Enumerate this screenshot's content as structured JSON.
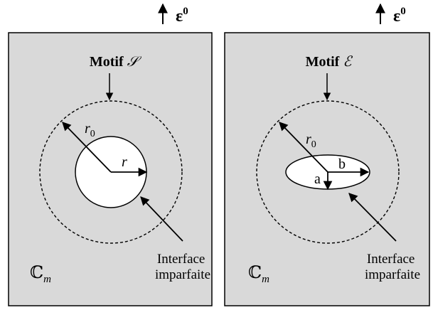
{
  "colors": {
    "panel_fill": "#d9d9d9",
    "stroke": "#000000",
    "inclusion_fill": "#ffffff"
  },
  "left_panel": {
    "strain_label": "ε",
    "strain_superscript": "0",
    "motif_label": "Motif",
    "motif_symbol": "𝒮",
    "radius_outer": "r",
    "radius_outer_sub": "0",
    "radius_inner": "r",
    "interface_line1": "Interface",
    "interface_line2": "imparfaite",
    "matrix_symbol": "ℂ",
    "matrix_sub": "m"
  },
  "right_panel": {
    "strain_label": "ε",
    "strain_superscript": "0",
    "motif_label": "Motif",
    "motif_symbol": "ℰ",
    "radius_outer": "r",
    "radius_outer_sub": "0",
    "semi_axis_a": "a",
    "semi_axis_b": "b",
    "interface_line1": "Interface",
    "interface_line2": "imparfaite",
    "matrix_symbol": "ℂ",
    "matrix_sub": "m"
  }
}
